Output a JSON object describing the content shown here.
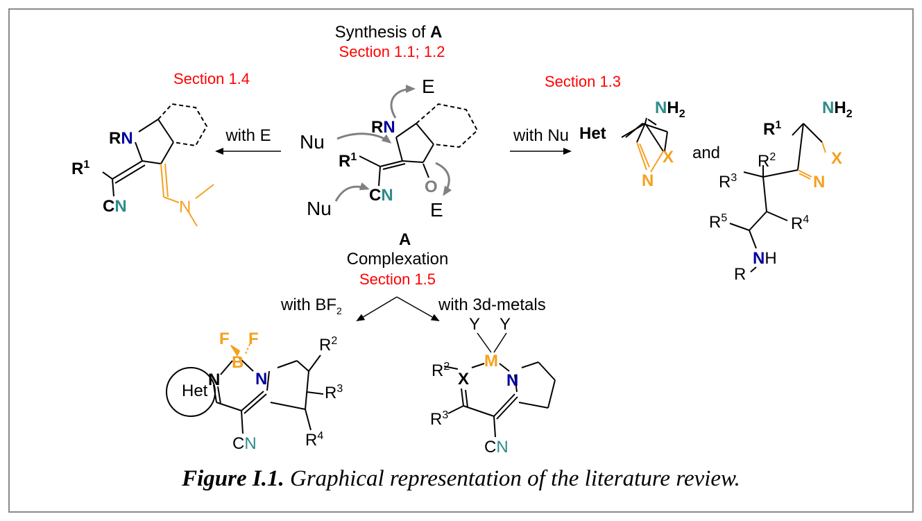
{
  "header": {
    "synthesis_prefix": "Synthesis of ",
    "synthesis_compound": "A",
    "section_synthesis": "Section 1.1; 1.2"
  },
  "sections": {
    "s14": "Section 1.4",
    "s13": "Section 1.3",
    "s15": "Section 1.5"
  },
  "reactions": {
    "with_e": "with E",
    "with_nu": "with Nu",
    "and": "and",
    "with_bf2_prefix": "with BF",
    "with_bf2_sub": "2",
    "with_3d": "with 3d-metals",
    "complexation": "Complexation",
    "compound_label": "A"
  },
  "atoms": {
    "E": "E",
    "Nu": "Nu",
    "R": "R",
    "N": "N",
    "C": "C",
    "O": "O",
    "X": "X",
    "B": "B",
    "F": "F",
    "M": "M",
    "Y": "Y",
    "H": "H",
    "Het": "Het",
    "one": "1",
    "two": "2",
    "three": "3",
    "four": "4",
    "five": "5"
  },
  "caption": {
    "figure_label": "Figure I.1.",
    "text": " Graphical representation of the literature review."
  },
  "colors": {
    "nitrogen": "#0000a0",
    "nitrile_n": "#2e8b8b",
    "orange": "#f5a01e",
    "red": "#ff0000",
    "arrow_gray": "#808080"
  }
}
